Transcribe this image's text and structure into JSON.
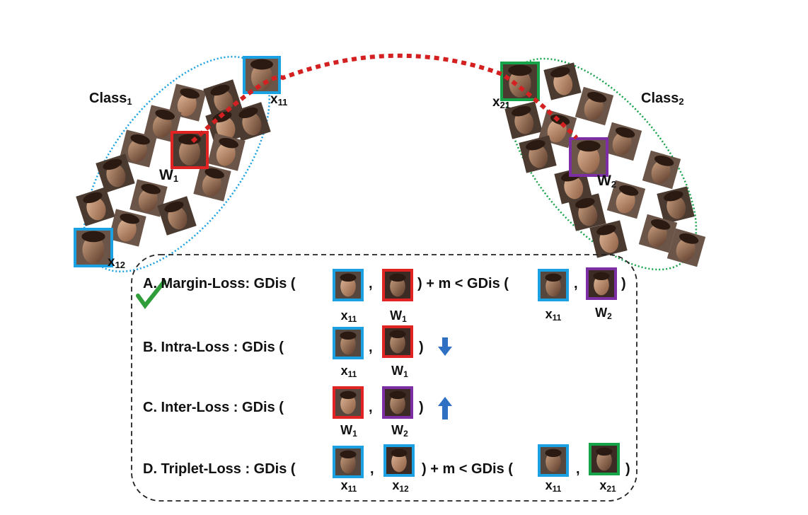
{
  "class1": {
    "label": "Class",
    "sub": "1",
    "x11": "x",
    "x11_sub": "11",
    "x12": "x",
    "x12_sub": "12",
    "w": "W",
    "w_sub": "1"
  },
  "class2": {
    "label": "Class",
    "sub": "2",
    "x21": "x",
    "x21_sub": "21",
    "w": "W",
    "w_sub": "2"
  },
  "equations": {
    "a": {
      "prefix": "A. Margin-Loss: GDis (",
      "comma": ",",
      "mid": ") + m < GDis (",
      "comma2": ",",
      "close": ")",
      "caps": [
        "x11",
        "W1",
        "x11",
        "W2"
      ]
    },
    "b": {
      "prefix": "B. Intra-Loss :     GDis (",
      "comma": ",",
      "close": ")",
      "caps": [
        "x11",
        "W1"
      ]
    },
    "c": {
      "prefix": "C. Inter-Loss :     GDis (",
      "comma": ",",
      "close": ")",
      "caps": [
        "W1",
        "W2"
      ]
    },
    "d": {
      "prefix": "D. Triplet-Loss :  GDis (",
      "comma": ",",
      "mid": ") + m < GDis (",
      "comma2": ",",
      "close": ")",
      "caps": [
        "x11",
        "x12",
        "x11",
        "x21"
      ]
    }
  },
  "colors": {
    "class1_ellipse": "#1ba1e2",
    "class2_ellipse": "#17a34a",
    "arc": "#d42020",
    "frame_x": "#1ba1e2",
    "frame_w1": "#e02424",
    "frame_w2": "#7b2fa3",
    "frame_x21": "#17a34a",
    "arrow": "#2f6fc4",
    "check": "#2e9d3a"
  },
  "icons": {
    "check": "check-icon",
    "down": "arrow-down-icon",
    "up": "arrow-up-icon"
  }
}
